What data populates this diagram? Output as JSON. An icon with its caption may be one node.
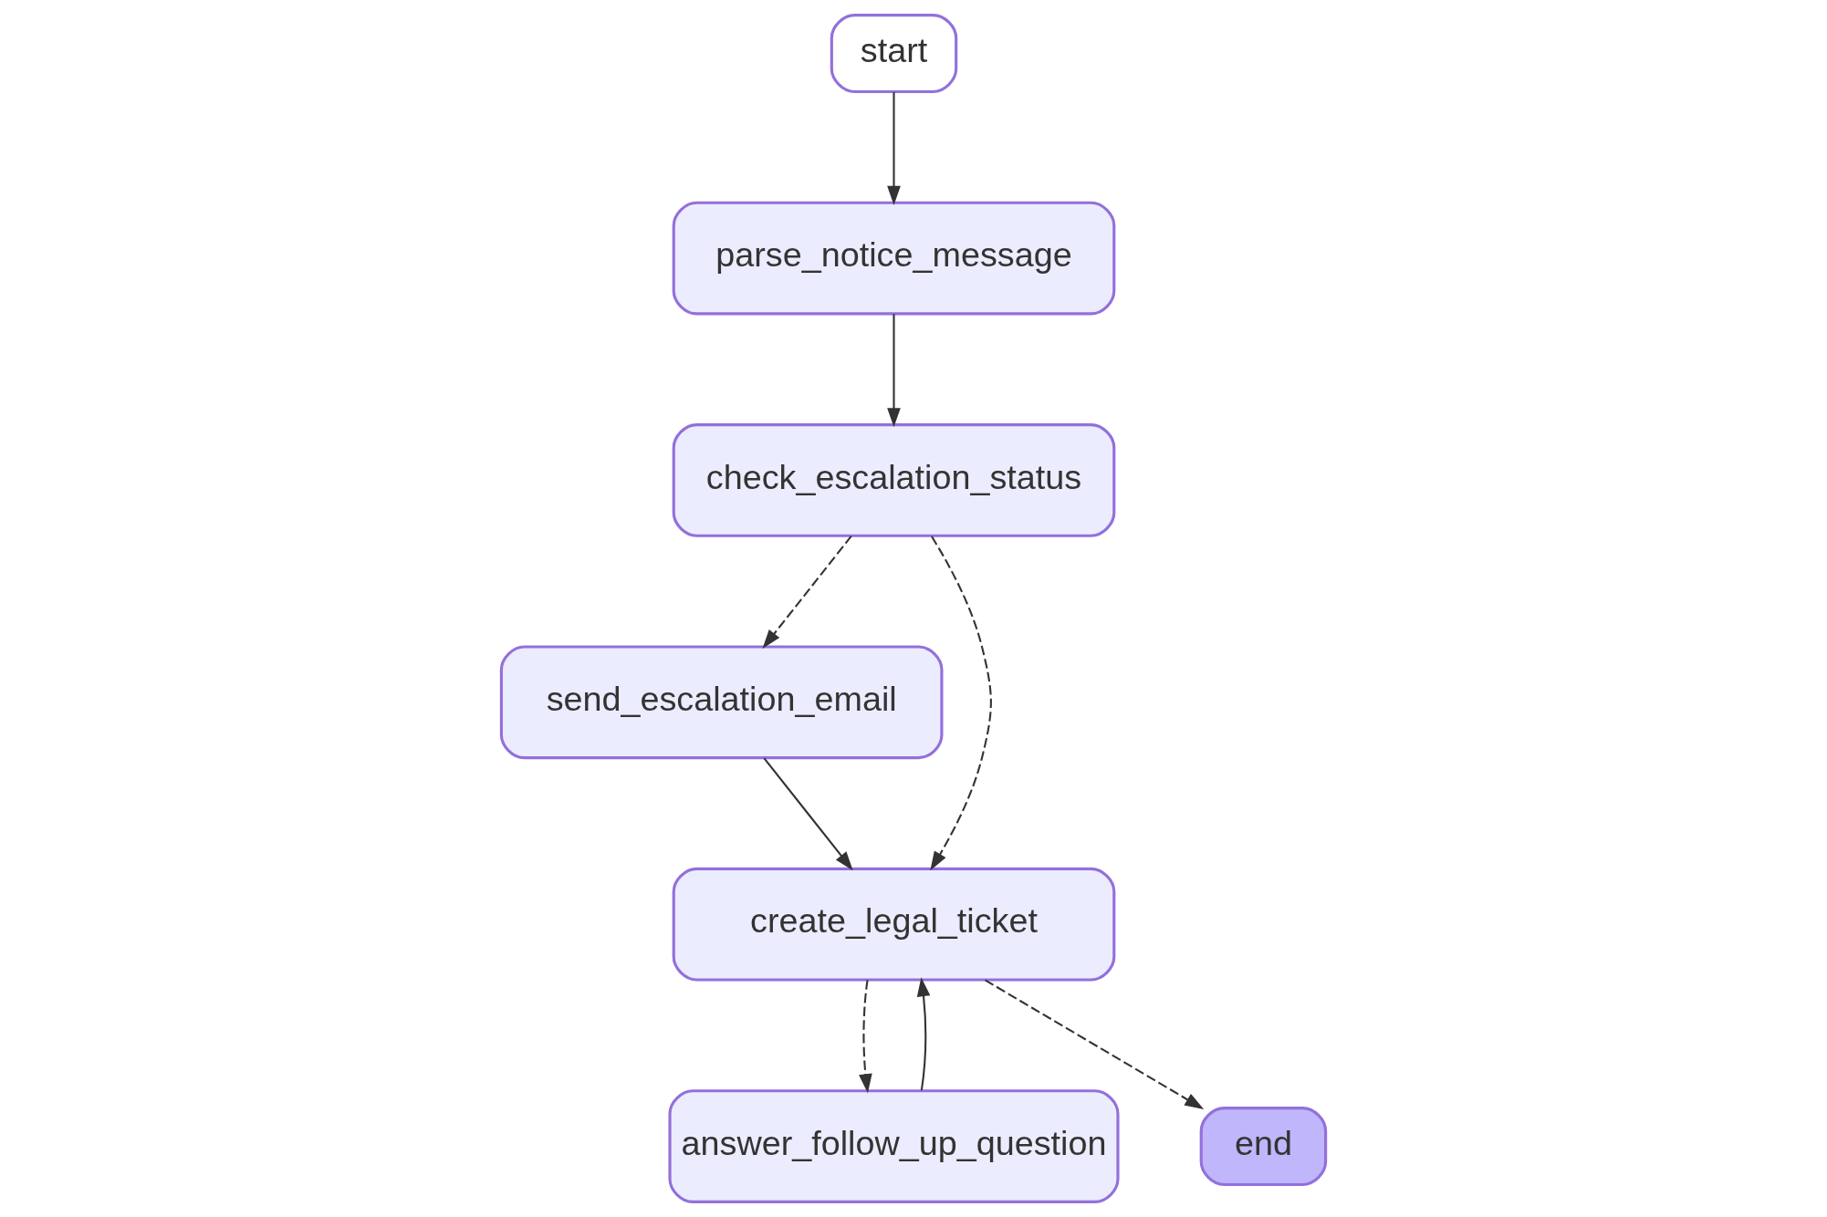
{
  "diagram": {
    "nodes": [
      {
        "text": [
          "start"
        ]
      },
      {
        "text": [
          "parse_notice_message"
        ]
      },
      {
        "text": [
          "check_escalation_status"
        ]
      },
      {
        "text": [
          "send_escalation_email"
        ]
      },
      {
        "text": [
          "create_legal_ticket"
        ]
      },
      {
        "text": [
          "answer_follow_up_question"
        ]
      },
      {
        "text": [
          "end"
        ]
      }
    ],
    "edges": [
      {
        "from": 0,
        "to": 1,
        "arrow": "to"
      },
      {
        "from": 1,
        "to": 2,
        "arrow": "to"
      },
      {
        "from": 2,
        "to": 3,
        "arrow": "to",
        "style": "dashed"
      },
      {
        "from": 2,
        "to": 4,
        "arrow": "to",
        "style": "dashed"
      },
      {
        "from": 3,
        "to": 4,
        "arrow": "to"
      },
      {
        "from": 4,
        "to": 5,
        "arrow": "to",
        "style": "dashed"
      },
      {
        "from": 5,
        "to": 4,
        "arrow": "to"
      },
      {
        "from": 4,
        "to": 6,
        "arrow": "to",
        "style": "dashed"
      }
    ]
  }
}
